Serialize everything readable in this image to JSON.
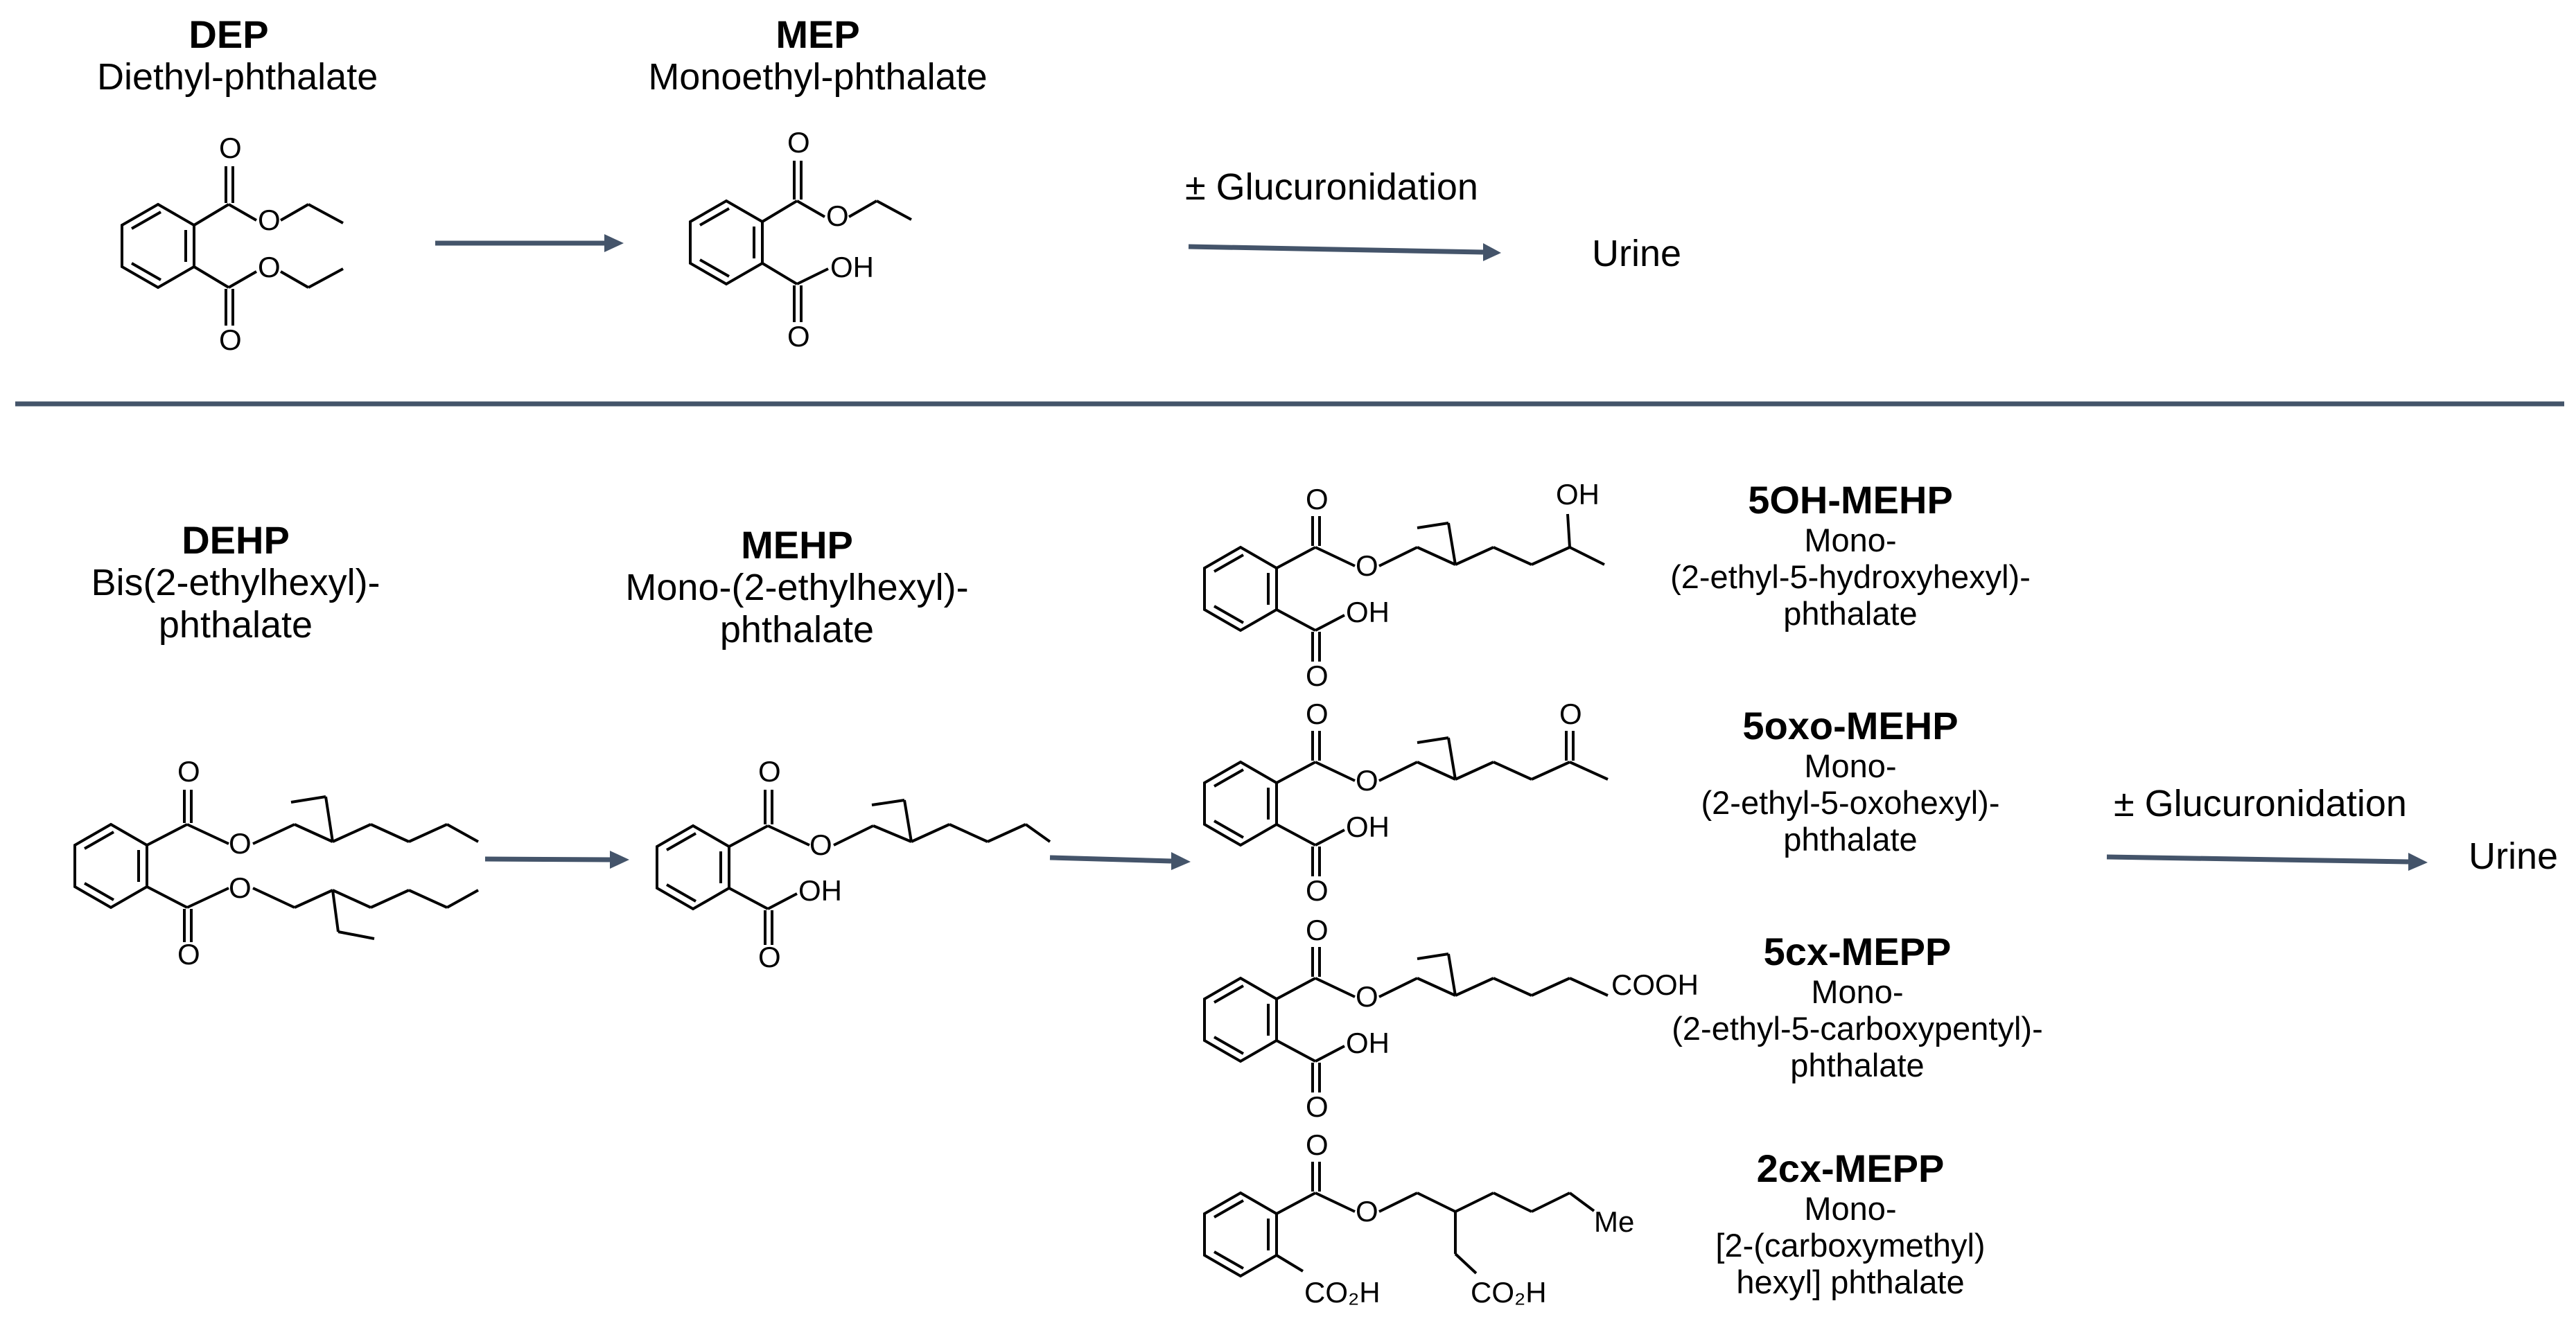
{
  "top": {
    "dep": {
      "abbr": "DEP",
      "name": "Diethyl-phthalate"
    },
    "mep": {
      "abbr": "MEP",
      "name": "Monoethyl-phthalate"
    },
    "glucuronidation": "± Glucuronidation",
    "urine": "Urine"
  },
  "bottom": {
    "dehp": {
      "abbr": "DEHP",
      "name_line1": "Bis(2-ethylhexyl)-",
      "name_line2": "phthalate"
    },
    "mehp": {
      "abbr": "MEHP",
      "name_line1": "Mono-(2-ethylhexyl)-",
      "name_line2": "phthalate"
    },
    "metabolites": [
      {
        "abbr": "5OH-MEHP",
        "lines": [
          "Mono-",
          "(2-ethyl-5-hydroxyhexyl)-",
          "phthalate"
        ]
      },
      {
        "abbr": "5oxo-MEHP",
        "lines": [
          "Mono-",
          "(2-ethyl-5-oxohexyl)-",
          "phthalate"
        ]
      },
      {
        "abbr": "5cx-MEPP",
        "lines": [
          "Mono-",
          "(2-ethyl-5-carboxypentyl)-",
          "phthalate"
        ]
      },
      {
        "abbr": "2cx-MEPP",
        "lines": [
          "Mono-",
          "[2-(carboxymethyl)",
          "hexyl]  phthalate"
        ]
      }
    ],
    "glucuronidation": "± Glucuronidation",
    "urine": "Urine"
  },
  "atoms": {
    "O": "O",
    "OH": "OH",
    "COOH": "COOH",
    "Me": "Me",
    "CO2H": "CO₂H"
  },
  "colors": {
    "arrow": "#44546A",
    "divider": "#44546A",
    "bond": "#000000"
  }
}
